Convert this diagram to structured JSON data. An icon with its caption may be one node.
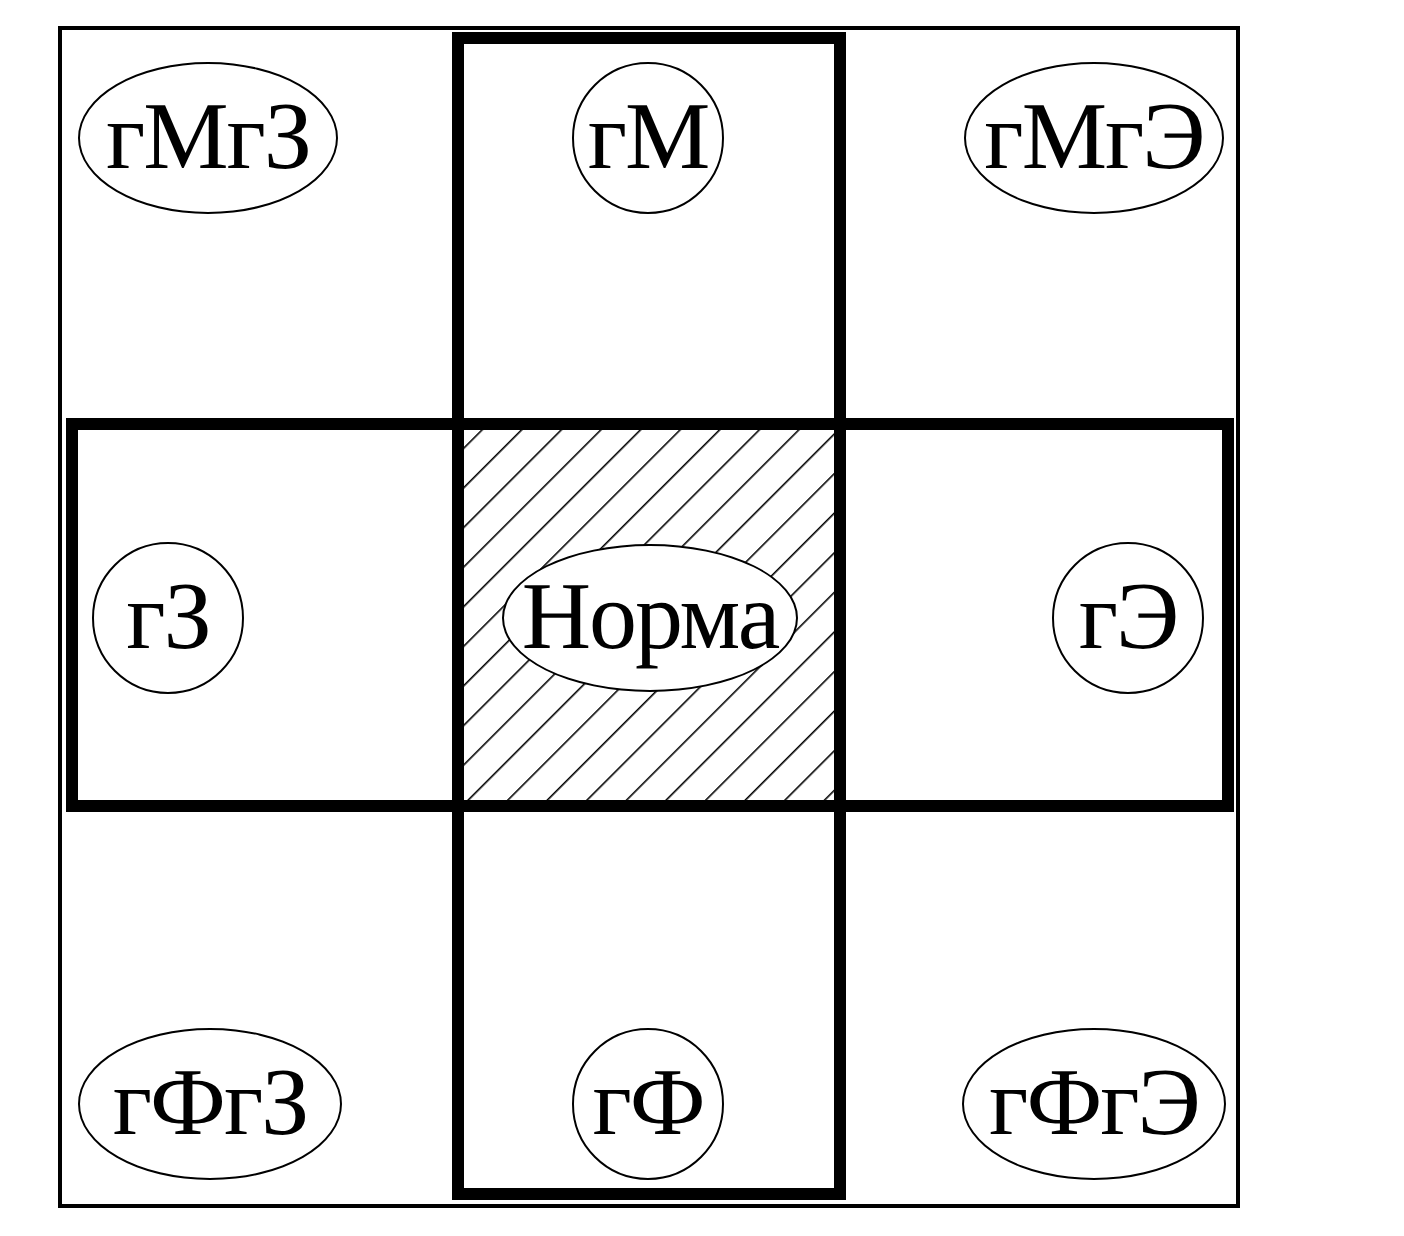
{
  "diagram": {
    "nodes": [
      {
        "text": [
          "гМгЗ"
        ]
      },
      {
        "text": [
          "гМ"
        ]
      },
      {
        "text": [
          "гМгЭ"
        ]
      },
      {
        "text": [
          "гЗ"
        ]
      },
      {
        "text": [
          "Норма"
        ]
      },
      {
        "text": [
          "гЭ"
        ]
      },
      {
        "text": [
          "гФгЗ"
        ]
      },
      {
        "text": [
          "гФ"
        ]
      },
      {
        "text": [
          "гФгЭ"
        ]
      }
    ]
  }
}
